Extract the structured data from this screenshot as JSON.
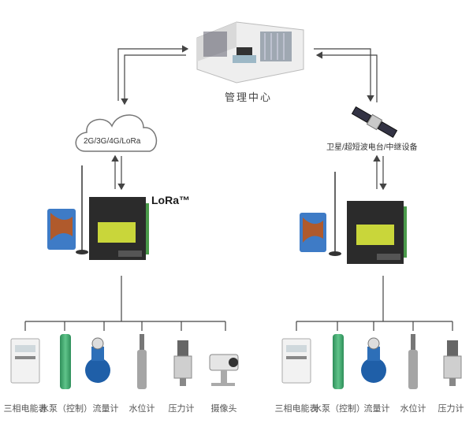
{
  "center": {
    "label": "管理中心"
  },
  "left_network": {
    "cloud_label": "2G/3G/4G/LoRa",
    "logo": "LoRa™"
  },
  "right_network": {
    "label": "卫星/超短波电台/中继设备"
  },
  "left_sensors": [
    "三相电能表",
    "水泵（控制）",
    "流量计",
    "水位计",
    "压力计",
    "摄像头"
  ],
  "right_sensors": [
    "三相电能表",
    "水泵（控制）",
    "流量计",
    "水位计",
    "压力计"
  ],
  "colors": {
    "line": "#444444",
    "rtu_body": "#2b2b2b",
    "rtu_screen": "#c9d63a",
    "cloud_stroke": "#777777",
    "card_blue": "#3e7bc6"
  }
}
